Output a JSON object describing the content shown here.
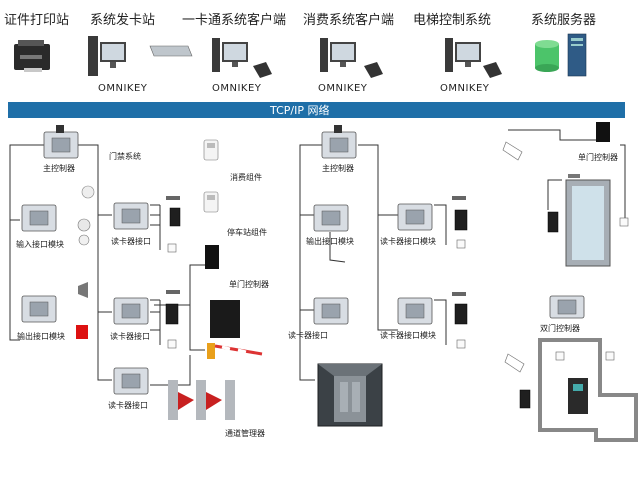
{
  "top_stations": [
    {
      "label": "证件打印站",
      "caption": ""
    },
    {
      "label": "系统发卡站",
      "caption": "OMNIKEY"
    },
    {
      "label": "一卡通系统客户端",
      "caption": "OMNIKEY"
    },
    {
      "label": "消费系统客户端",
      "caption": "OMNIKEY"
    },
    {
      "label": "电梯控制系统",
      "caption": "OMNIKEY"
    },
    {
      "label": "系统服务器",
      "caption": ""
    }
  ],
  "network_bar": {
    "label": "TCP/IP  网络",
    "color": "#1f6fa8"
  },
  "left_labels": {
    "main_controller": "主控制器",
    "access_system": "门禁系统",
    "input_module": "输入接口模块",
    "output_module": "输出接口模块",
    "reader_if_1": "读卡器接口",
    "reader_if_2": "读卡器接口",
    "reader_if_3": "读卡器接口",
    "consume": "消费组件",
    "parking": "停车站组件",
    "single_door": "单门控制器",
    "gate": "通道管理器"
  },
  "mid_labels": {
    "main_controller": "主控制器",
    "output_module": "输出接口模块",
    "reader_if_a": "读卡器接口模块",
    "reader_if_b": "读卡器接口",
    "reader_if_c": "读卡器接口模块"
  },
  "right_labels": {
    "single_door": "单门控制器",
    "double_door": "双门控制器"
  },
  "icons": [
    "printer-icon",
    "computer-icon",
    "card-reader-icon",
    "database-icon",
    "server-icon",
    "controller-icon",
    "keypad-reader-icon",
    "elevator-icon",
    "turnstile-icon",
    "barrier-gate-icon",
    "door-icon",
    "camera-icon",
    "siren-icon",
    "smoke-detector-icon"
  ]
}
